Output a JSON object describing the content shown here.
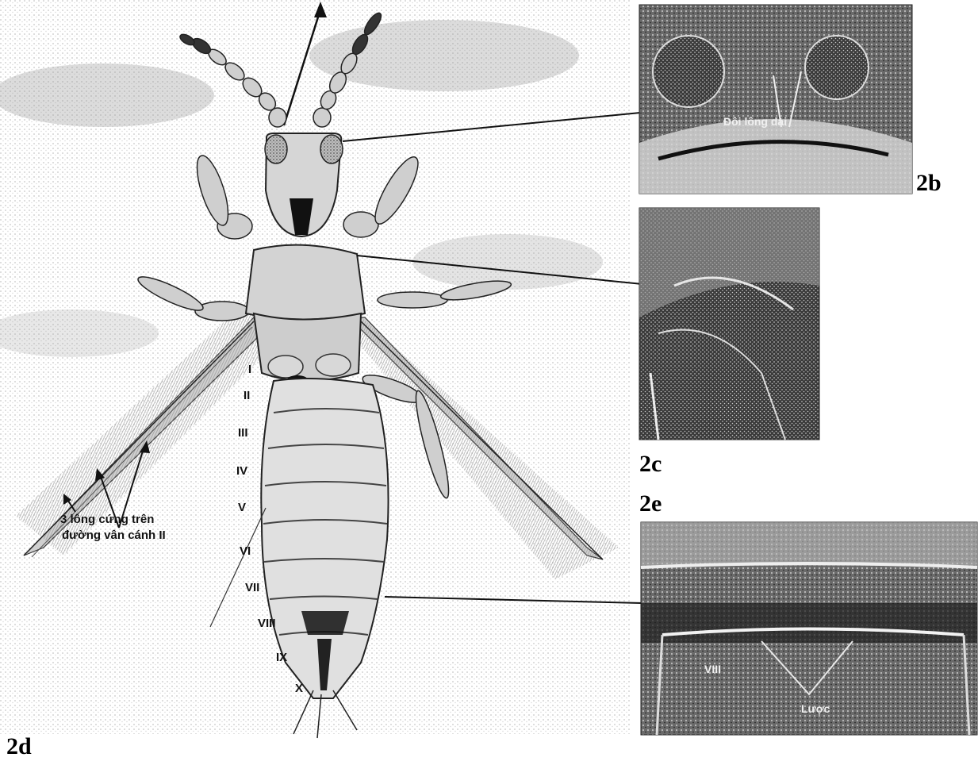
{
  "figure_labels": {
    "fig_2b": "2b",
    "fig_2c": "2c",
    "fig_2d": "2d",
    "fig_2e": "2e"
  },
  "segments": [
    "I",
    "II",
    "III",
    "IV",
    "V",
    "VI",
    "VII",
    "VIII",
    "IX",
    "X"
  ],
  "annotations": {
    "wing_setae_line1": "3 lông cứng trên",
    "wing_setae_line2": "đường vân cánh II",
    "inset_2b_label": "Đôi lông dài",
    "inset_2e_label": "VIII",
    "inset_2e_label2": "Lược"
  },
  "colors": {
    "ink": "#111111",
    "background_stipple": "#d8d8d8",
    "inset_dark": "#2a2a2a",
    "inset_mid": "#8a8a8a"
  }
}
